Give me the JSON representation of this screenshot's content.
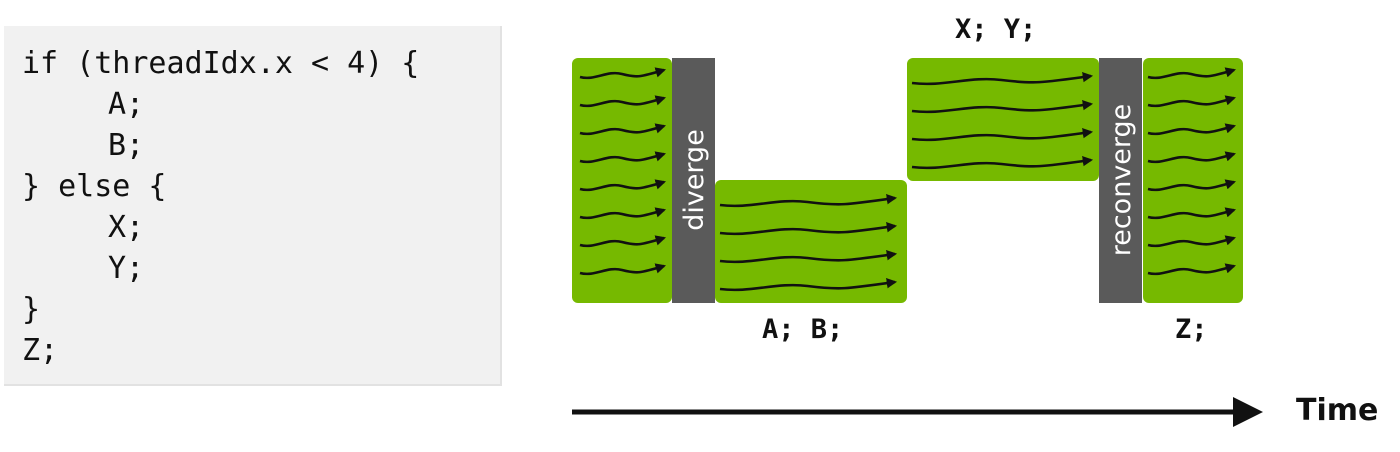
{
  "code": {
    "lines": [
      "if (threadIdx.x < 4) {",
      "A;",
      "B;",
      "} else {",
      "X;",
      "Y;",
      "}",
      "Z;"
    ]
  },
  "diagram": {
    "diverge_label": "diverge",
    "reconverge_label": "reconverge",
    "labels": {
      "ab": "A; B;",
      "xy": "X; Y;",
      "z": "Z;"
    },
    "time_label": "Time"
  },
  "colors": {
    "thread_block": "#76b900",
    "barrier": "#5a5a5a",
    "arrow": "#111111",
    "code_background": "#f1f1f1"
  }
}
